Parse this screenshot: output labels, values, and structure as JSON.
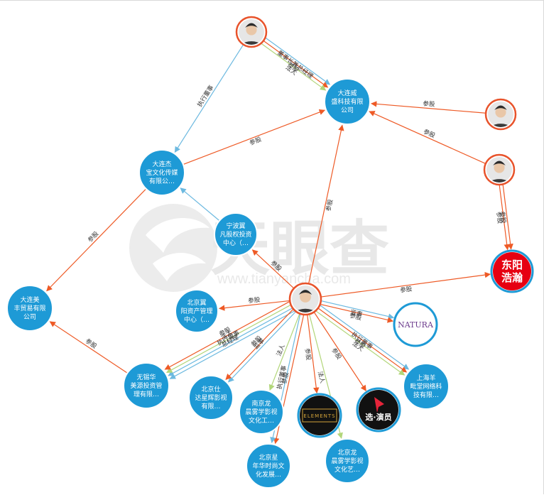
{
  "watermark": {
    "brand": "天眼查",
    "url": "www.tianyancha.com"
  },
  "colors": {
    "company_fill": "#1e9ad6",
    "company_stroke": "#ffffff",
    "person_ring": "#e8532b",
    "edge_invest": "#ee5a26",
    "edge_exec": "#6cb9e0",
    "edge_legal": "#b2d67a",
    "edge_text": "#333333"
  },
  "nodes": [
    {
      "id": "p1",
      "kind": "person",
      "avatar": "person-avatar-1"
    },
    {
      "id": "p2",
      "kind": "person",
      "avatar": "person-avatar-2"
    },
    {
      "id": "p3",
      "kind": "person",
      "avatar": "person-avatar-3"
    },
    {
      "id": "p0",
      "kind": "person",
      "avatar": "person-avatar-center"
    },
    {
      "id": "c1",
      "kind": "company",
      "lines": [
        "大连威",
        "盛科技有限",
        "公司"
      ]
    },
    {
      "id": "c2",
      "kind": "company",
      "lines": [
        "大连杰",
        "宝文化传媒",
        "有限公…"
      ]
    },
    {
      "id": "c3",
      "kind": "company",
      "lines": [
        "宁波翼",
        "凡股权投资",
        "中心（…"
      ]
    },
    {
      "id": "c4",
      "kind": "company",
      "lines": [
        "大连美",
        "丰贸易有限",
        "公司"
      ]
    },
    {
      "id": "c5",
      "kind": "company",
      "lines": [
        "北京翼",
        "阳资产管理",
        "中心（…"
      ]
    },
    {
      "id": "c6",
      "kind": "company",
      "lines": [
        "无锡华",
        "美源投资管",
        "理有限…"
      ]
    },
    {
      "id": "c7",
      "kind": "company",
      "lines": [
        "北京仕",
        "达星辉影视",
        "有限…"
      ]
    },
    {
      "id": "c8",
      "kind": "company",
      "lines": [
        "南京龙",
        "晨雾学影视",
        "文化工…"
      ]
    },
    {
      "id": "c9",
      "kind": "company",
      "lines": [
        "北京星",
        "年华时尚文",
        "化发展…"
      ]
    },
    {
      "id": "c10",
      "kind": "company",
      "lines": [
        "北京龙",
        "晨雾学影视",
        "文化艺…"
      ]
    },
    {
      "id": "c11",
      "kind": "company",
      "lines": [
        "上海羊",
        "毗堂网络科",
        "技有限…"
      ]
    },
    {
      "id": "l1",
      "kind": "logo",
      "logo_text": [
        "东阳",
        "浩瀚"
      ],
      "bg": "#e60012",
      "fg": "#ffffff"
    },
    {
      "id": "l2",
      "kind": "logo",
      "logo_text": [
        "NATURA"
      ],
      "bg": "#ffffff",
      "fg": "#6b3a8c"
    },
    {
      "id": "l3",
      "kind": "logo",
      "logo_text": [
        "ELEMENTS"
      ],
      "bg": "#111111",
      "fg": "#d4a43a"
    },
    {
      "id": "l4",
      "kind": "logo",
      "logo_text": [
        "选·演员"
      ],
      "bg": "#111111",
      "fg": "#ffffff"
    }
  ],
  "edges": [
    {
      "from": "p1",
      "to": "c1",
      "type": "exec",
      "label": "董事长兼总经理"
    },
    {
      "from": "p1",
      "to": "c1",
      "type": "invest",
      "label": "参股"
    },
    {
      "from": "p1",
      "to": "c1",
      "type": "legal",
      "label": "法人"
    },
    {
      "from": "p1",
      "to": "c2",
      "type": "exec",
      "label": "执行董事"
    },
    {
      "from": "p2",
      "to": "c1",
      "type": "invest",
      "label": "参股"
    },
    {
      "from": "p3",
      "to": "c1",
      "type": "invest",
      "label": "参股"
    },
    {
      "from": "p3",
      "to": "l1",
      "type": "invest",
      "label": "参股"
    },
    {
      "from": "p3",
      "to": "l1",
      "type": "invest",
      "label": "参股"
    },
    {
      "from": "c2",
      "to": "c1",
      "type": "invest",
      "label": "参股"
    },
    {
      "from": "c2",
      "to": "c4",
      "type": "invest",
      "label": "参股"
    },
    {
      "from": "c3",
      "to": "c2",
      "type": "exec",
      "label": ""
    },
    {
      "from": "c6",
      "to": "c4",
      "type": "invest",
      "label": "参股"
    },
    {
      "from": "p0",
      "to": "c1",
      "type": "invest",
      "label": "参股"
    },
    {
      "from": "p0",
      "to": "c3",
      "type": "invest",
      "label": "参股"
    },
    {
      "from": "p0",
      "to": "l1",
      "type": "invest",
      "label": "参股"
    },
    {
      "from": "p0",
      "to": "c5",
      "type": "invest",
      "label": "参股"
    },
    {
      "from": "p0",
      "to": "l2",
      "type": "exec",
      "label": "监事"
    },
    {
      "from": "p0",
      "to": "l2",
      "type": "invest",
      "label": "参股"
    },
    {
      "from": "p0",
      "to": "c6",
      "type": "exec",
      "label": "总经理"
    },
    {
      "from": "p0",
      "to": "c6",
      "type": "exec",
      "label": "执行董事"
    },
    {
      "from": "p0",
      "to": "c6",
      "type": "legal",
      "label": "法人"
    },
    {
      "from": "p0",
      "to": "c6",
      "type": "invest",
      "label": "参股"
    },
    {
      "from": "p0",
      "to": "c7",
      "type": "exec",
      "label": "监事"
    },
    {
      "from": "p0",
      "to": "c7",
      "type": "invest",
      "label": "参股"
    },
    {
      "from": "p0",
      "to": "c8",
      "type": "legal",
      "label": "法人"
    },
    {
      "from": "p0",
      "to": "c9",
      "type": "invest",
      "label": "参股"
    },
    {
      "from": "p0",
      "to": "c9",
      "type": "exec",
      "label": "执行董事"
    },
    {
      "from": "p0",
      "to": "l3",
      "type": "invest",
      "label": "参股"
    },
    {
      "from": "p0",
      "to": "c10",
      "type": "legal",
      "label": "法人"
    },
    {
      "from": "p0",
      "to": "l4",
      "type": "invest",
      "label": "参股"
    },
    {
      "from": "p0",
      "to": "c11",
      "type": "exec",
      "label": "执行董事"
    },
    {
      "from": "p0",
      "to": "c11",
      "type": "invest",
      "label": "参股"
    },
    {
      "from": "p0",
      "to": "c11",
      "type": "legal",
      "label": "法人"
    }
  ]
}
